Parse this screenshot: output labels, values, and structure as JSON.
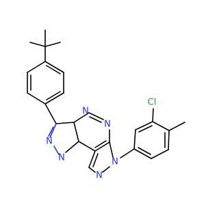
{
  "molecule": {
    "atom_labels": [
      {
        "id": "n1",
        "text": "N",
        "color": "#2233ee"
      },
      {
        "id": "n2",
        "text": "N",
        "color": "#2233ee"
      },
      {
        "id": "n3",
        "text": "N",
        "color": "#2233ee"
      },
      {
        "id": "n4",
        "text": "N",
        "color": "#2233ee"
      },
      {
        "id": "n5",
        "text": "N",
        "color": "#2233ee"
      },
      {
        "id": "n6",
        "text": "N",
        "color": "#2233ee"
      },
      {
        "id": "cl",
        "text": "Cl",
        "color": "#22aa22"
      }
    ],
    "colors": {
      "bond": "#000000",
      "nitrogen": "#2233ee",
      "chlorine": "#22aa22",
      "background": "#ffffff"
    }
  }
}
